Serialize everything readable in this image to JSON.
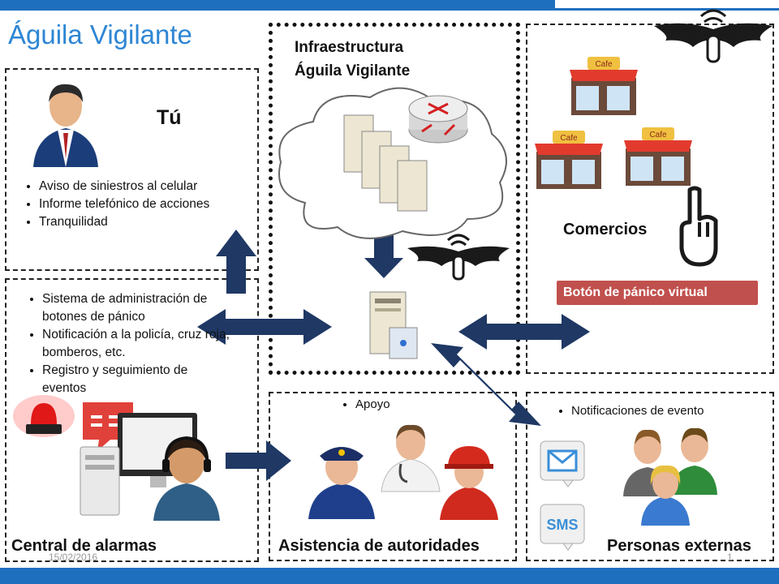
{
  "title": "Águila Vigilante",
  "you": {
    "heading": "Tú",
    "bullets": [
      "Aviso de siniestros al celular",
      "Informe telefónico de acciones",
      "Tranquilidad"
    ]
  },
  "alarm_center": {
    "bullets": [
      "Sistema de administración de botones de pánico",
      "Notificación a la policía, cruz roja, bomberos, etc.",
      "Registro y seguimiento de eventos"
    ],
    "label": "Central de alarmas"
  },
  "infrastructure": {
    "line1": "Infraestructura",
    "line2": "Águila Vigilante"
  },
  "shops": {
    "label": "Comercios",
    "panic_button": "Botón de pánico virtual",
    "cafe_sign": "Cafe"
  },
  "authorities": {
    "bullet": "Apoyo",
    "label": "Asistencia de autoridades"
  },
  "external": {
    "bullet": "Notificaciones de evento",
    "label": "Personas externas",
    "sms": "SMS"
  },
  "footer": {
    "date": "15/02/2016",
    "page": "1"
  },
  "colors": {
    "accent": "#2e86d4",
    "arrow": "#1f3864",
    "panic": "#c0504d"
  },
  "icons": [
    "businessman-icon",
    "router-icon",
    "server-rack-icon",
    "server-icon",
    "eagle-logo-icon",
    "cafe-shop-icon",
    "pointing-hand-icon",
    "siren-icon",
    "chat-icon",
    "computer-icon",
    "operator-icon",
    "police-icon",
    "doctor-icon",
    "firefighter-icon",
    "mail-icon",
    "sms-icon",
    "people-group-icon"
  ]
}
